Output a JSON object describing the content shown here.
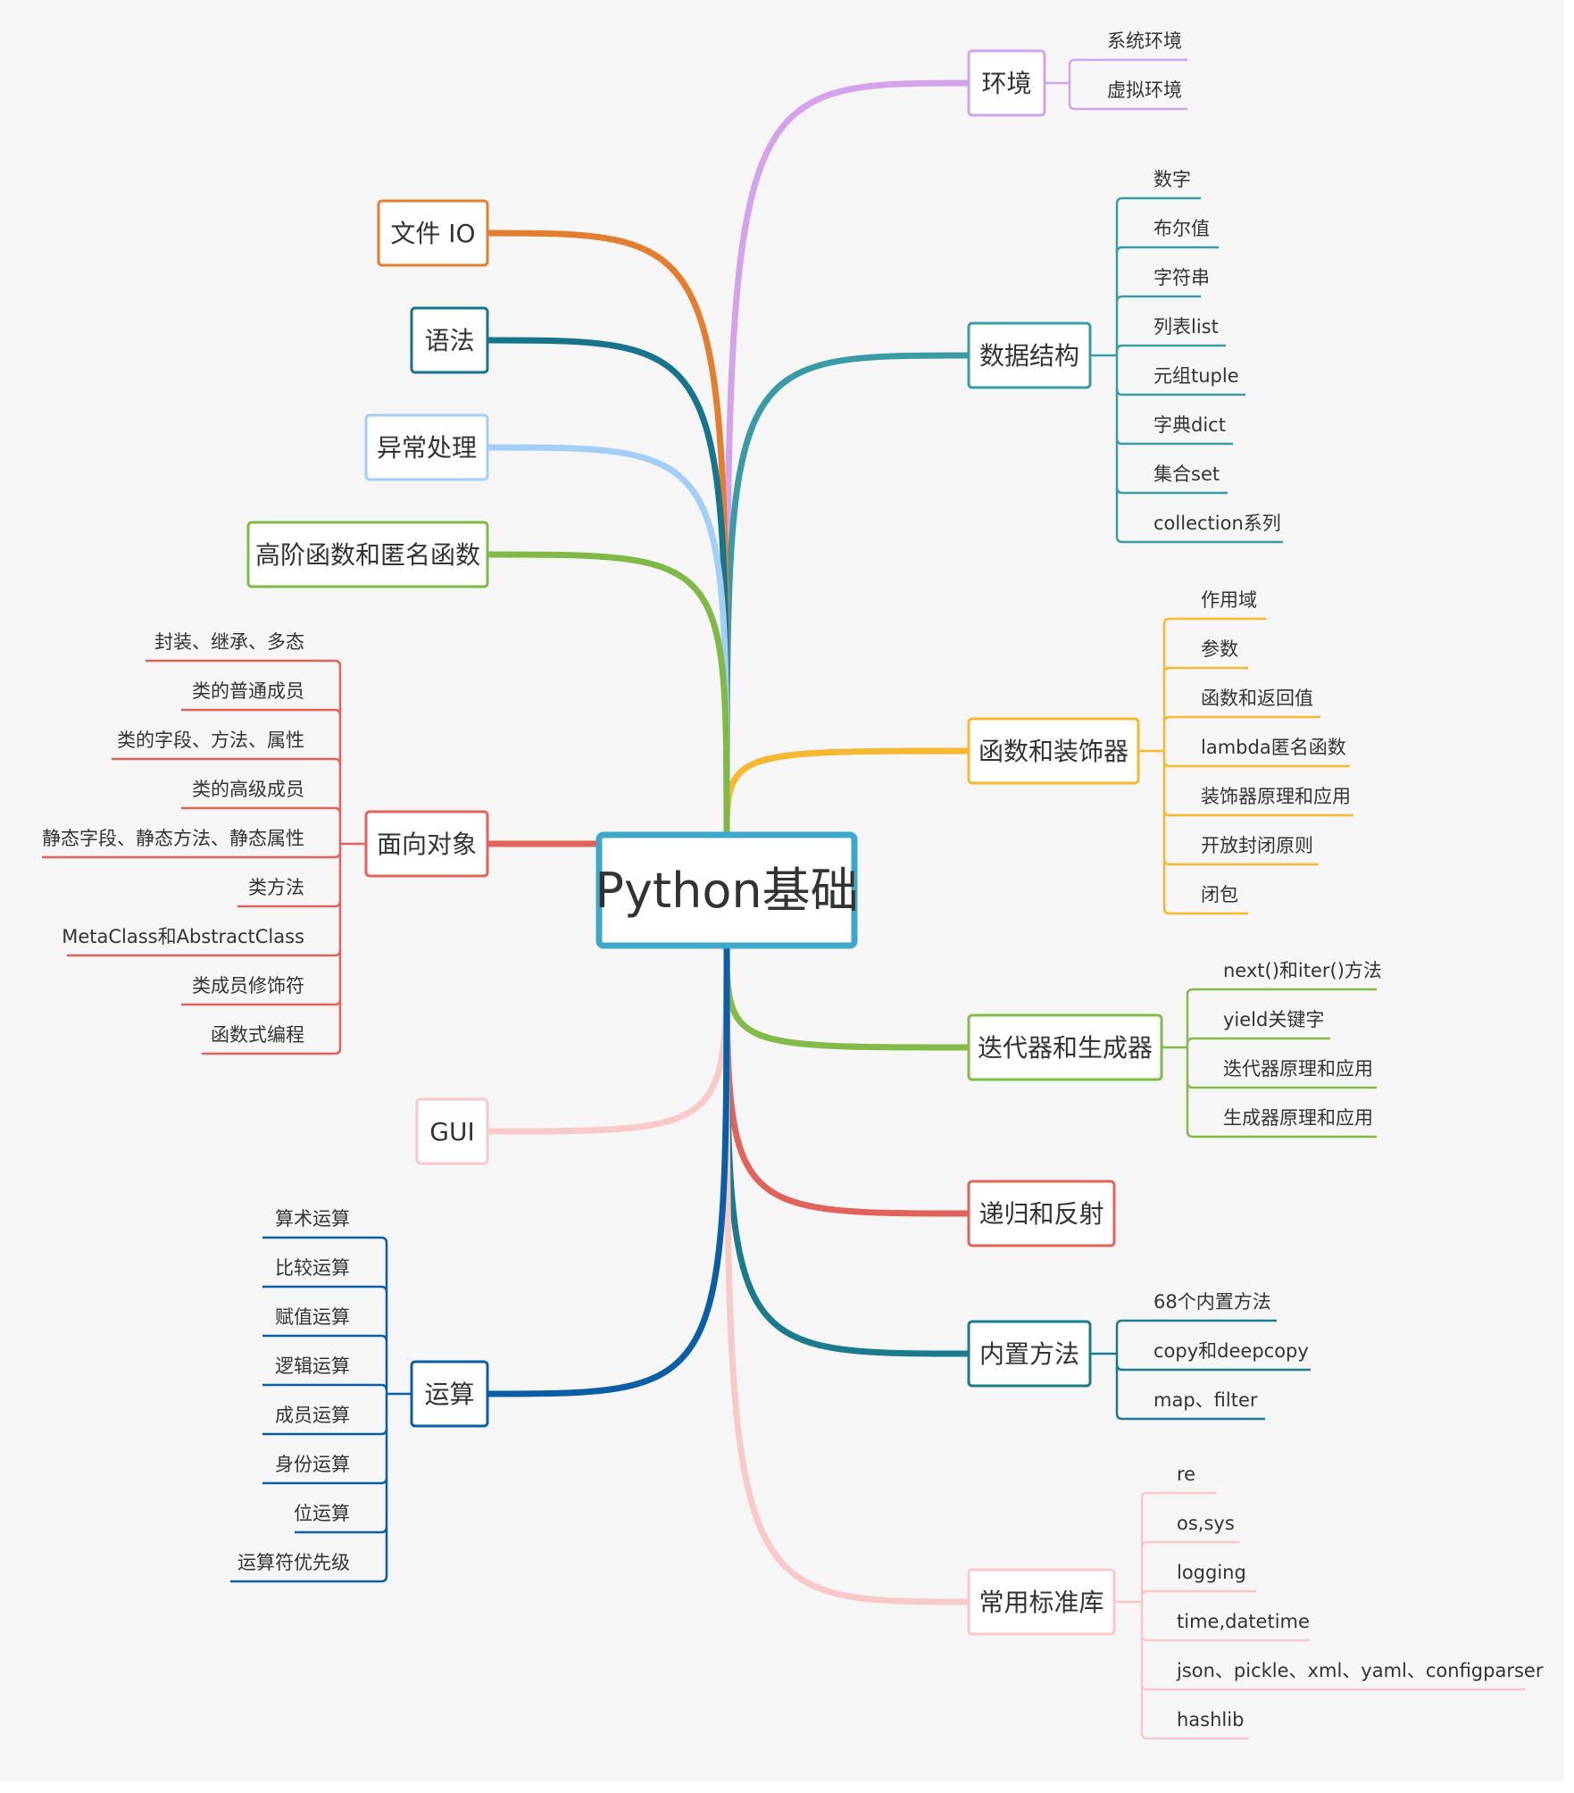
{
  "root": {
    "label": "Python基础",
    "color": "#3fa7c9"
  },
  "branches": [
    {
      "id": "env",
      "label": "环境",
      "color": "#d4a2eb",
      "children": [
        "系统环境",
        "虚拟环境"
      ]
    },
    {
      "id": "data-structures",
      "label": "数据结构",
      "color": "#3a9ba4",
      "children": [
        "数字",
        "布尔值",
        "字符串",
        "列表list",
        "元组tuple",
        "字典dict",
        "集合set",
        "collection系列"
      ]
    },
    {
      "id": "functions-decorators",
      "label": "函数和装饰器",
      "color": "#f6b82f",
      "children": [
        "作用域",
        "参数",
        "函数和返回值",
        "lambda匿名函数",
        "装饰器原理和应用",
        "开放封闭原则",
        "闭包"
      ]
    },
    {
      "id": "iterators-generators",
      "label": "迭代器和生成器",
      "color": "#84bb48",
      "children": [
        "next()和iter()方法",
        "yield关键字",
        "迭代器原理和应用",
        "生成器原理和应用"
      ]
    },
    {
      "id": "recursion-reflection",
      "label": "递归和反射",
      "color": "#e0625a",
      "children": []
    },
    {
      "id": "builtins",
      "label": "内置方法",
      "color": "#1a7a8e",
      "children": [
        "68个内置方法",
        "copy和deepcopy",
        "map、filter"
      ]
    },
    {
      "id": "stdlib",
      "label": "常用标准库",
      "color": "#f9c8c8",
      "children": [
        "re",
        "os,sys",
        "logging",
        "time,datetime",
        "json、pickle、xml、yaml、configparser",
        "hashlib"
      ]
    },
    {
      "id": "file-io",
      "label": "文件 IO",
      "color": "#e47e2f",
      "children": []
    },
    {
      "id": "syntax",
      "label": "语法",
      "color": "#16748d",
      "children": []
    },
    {
      "id": "exceptions",
      "label": "异常处理",
      "color": "#a3cef8",
      "children": []
    },
    {
      "id": "higher-order",
      "label": "高阶函数和匿名函数",
      "color": "#80b946",
      "children": []
    },
    {
      "id": "oop",
      "label": "面向对象",
      "color": "#e0625a",
      "children": [
        "封装、继承、多态",
        "类的普通成员",
        "类的字段、方法、属性",
        "类的高级成员",
        "静态字段、静态方法、静态属性",
        "类方法",
        "MetaClass和AbstractClass",
        "类成员修饰符",
        "函数式编程"
      ]
    },
    {
      "id": "gui",
      "label": "GUI",
      "color": "#f9c8c8",
      "children": []
    },
    {
      "id": "operators",
      "label": "运算",
      "color": "#0a5ea6",
      "children": [
        "算术运算",
        "比较运算",
        "赋值运算",
        "逻辑运算",
        "成员运算",
        "身份运算",
        "位运算",
        "运算符优先级"
      ]
    }
  ]
}
